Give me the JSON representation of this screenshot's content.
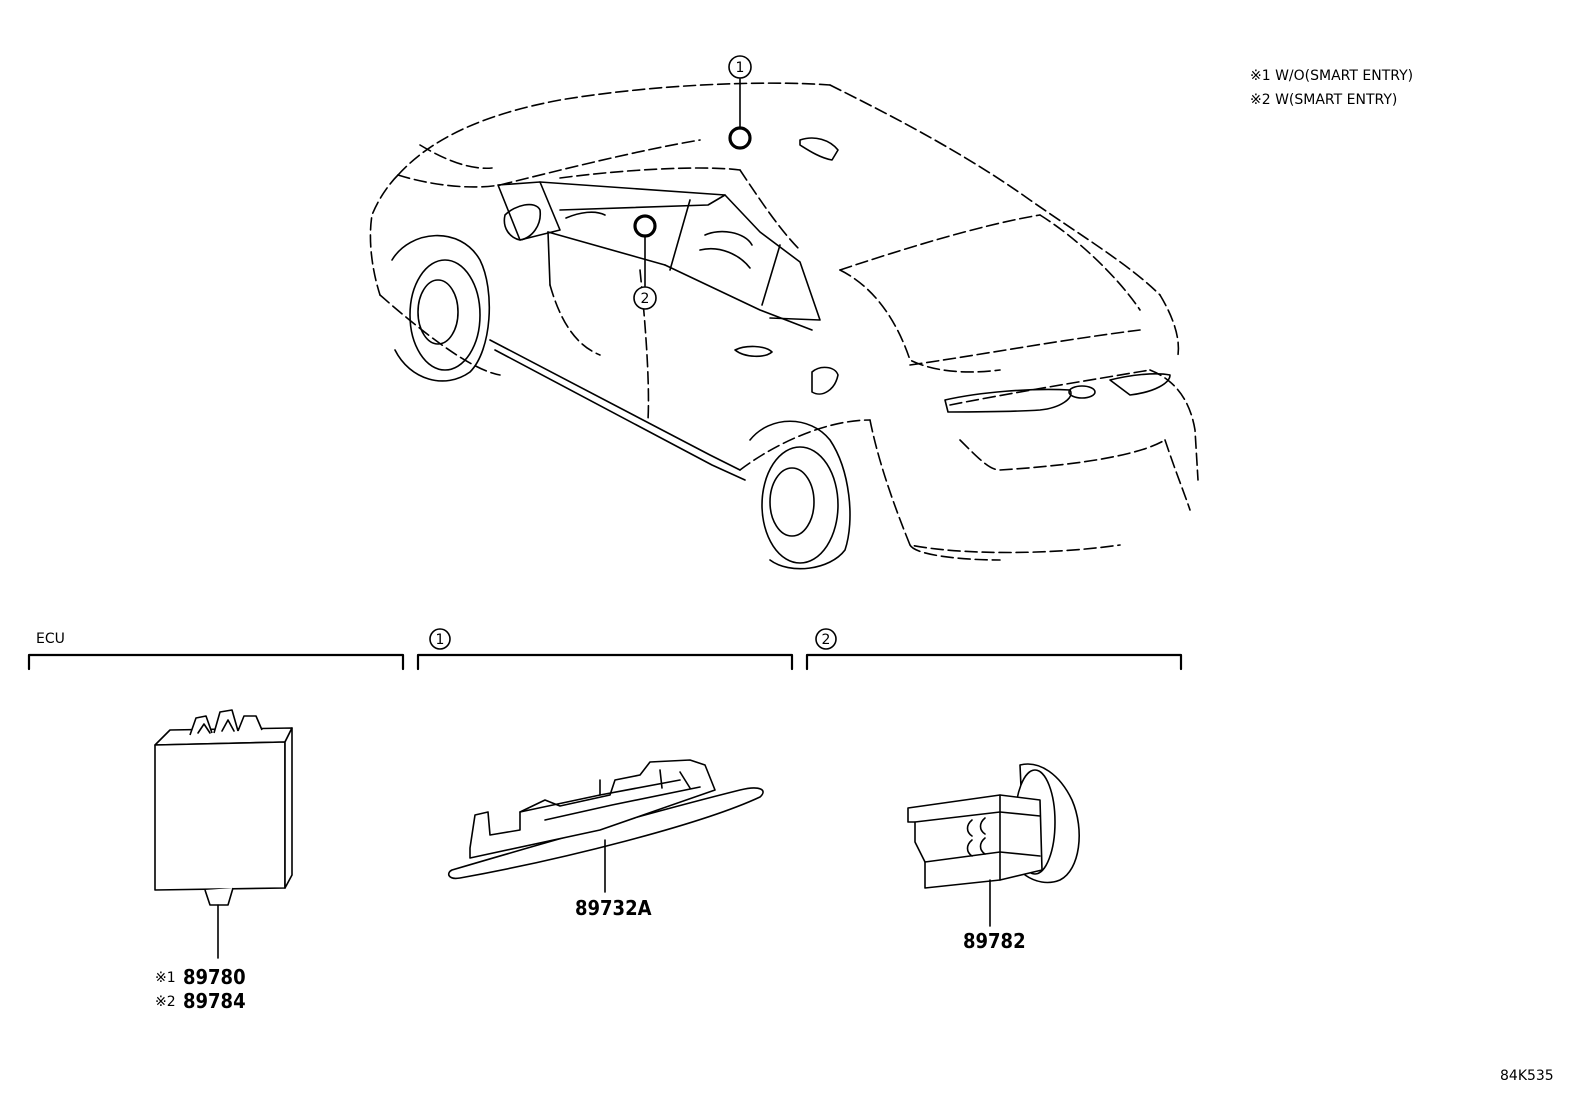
{
  "notes": {
    "note1": "※1 W/O(SMART ENTRY)",
    "note2": "※2 W(SMART ENTRY)"
  },
  "callouts": {
    "c1": "1",
    "c2": "2"
  },
  "groups": {
    "ecu_label": "ECU",
    "group1_marker": "1",
    "group2_marker": "2"
  },
  "parts": {
    "ecu_note1_marker": "※1",
    "ecu_note1_number": "89780",
    "ecu_note2_marker": "※2",
    "ecu_note2_number": "89784",
    "antenna_number": "89732A",
    "switch_number": "89782"
  },
  "reference_code": "84K535"
}
